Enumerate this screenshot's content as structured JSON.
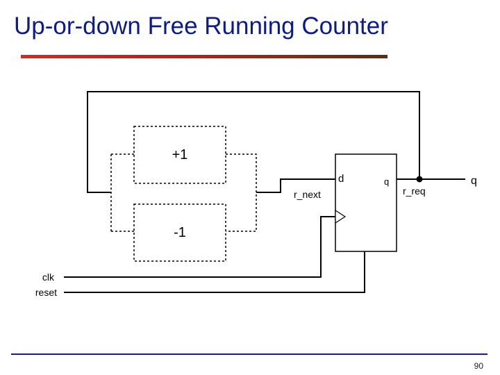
{
  "slide": {
    "title": "Up-or-down Free Running Counter",
    "page_number": "90"
  },
  "diagram": {
    "incrementer_label": "+1",
    "decrementer_label": "-1",
    "register_d_port": "d",
    "register_q_port": "q",
    "next_state_signal": "r_next",
    "register_output_signal": "r_req",
    "output_signal": "q",
    "clock_input": "clk",
    "reset_input": "reset"
  },
  "colors": {
    "title": "#0b1a8c",
    "title_rule_start": "#e3231f",
    "title_rule_end": "#5a2c10",
    "footer_rule": "#1a1a8c"
  }
}
